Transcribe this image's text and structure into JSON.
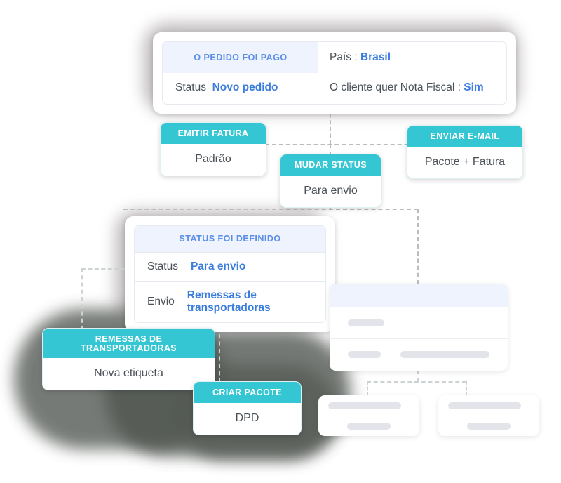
{
  "theme": {
    "teal": "#35c6d3",
    "blue": "#3b7ddd",
    "head_blue_bg": "#eef3fd",
    "head_blue_text": "#5a8ee8",
    "text": "#4a5158",
    "connector": "#b9bdc0"
  },
  "flow": {
    "trigger_order": {
      "title": "O PEDIDO FOI PAGO",
      "country_label": "País :",
      "country_value": "Brasil",
      "status_label": "Status",
      "status_value": "Novo pedido",
      "invoice_label": "O cliente quer Nota Fiscal :",
      "invoice_value": "Sim"
    },
    "action_invoice": {
      "title": "EMITIR FATURA",
      "value": "Padrão"
    },
    "action_change_status": {
      "title": "MUDAR STATUS",
      "value": "Para envio"
    },
    "action_send_email": {
      "title": "ENVIAR E-MAIL",
      "value": "Pacote + Fatura"
    },
    "trigger_status": {
      "title": "STATUS FOI DEFINIDO",
      "rows": [
        {
          "key": "Status",
          "value": "Para envio"
        },
        {
          "key": "Envio",
          "value": "Remessas de transportadoras"
        }
      ]
    },
    "action_carrier": {
      "title": "REMESSAS DE TRANSPORTADORAS",
      "value": "Nova etiqueta"
    },
    "action_create_package": {
      "title": "CRIAR PACOTE",
      "value": "DPD"
    }
  },
  "placeholders": {
    "ghost_main": {
      "rows": 2
    },
    "ghost_left": {
      "rows": 2
    },
    "ghost_right": {
      "rows": 2
    }
  }
}
